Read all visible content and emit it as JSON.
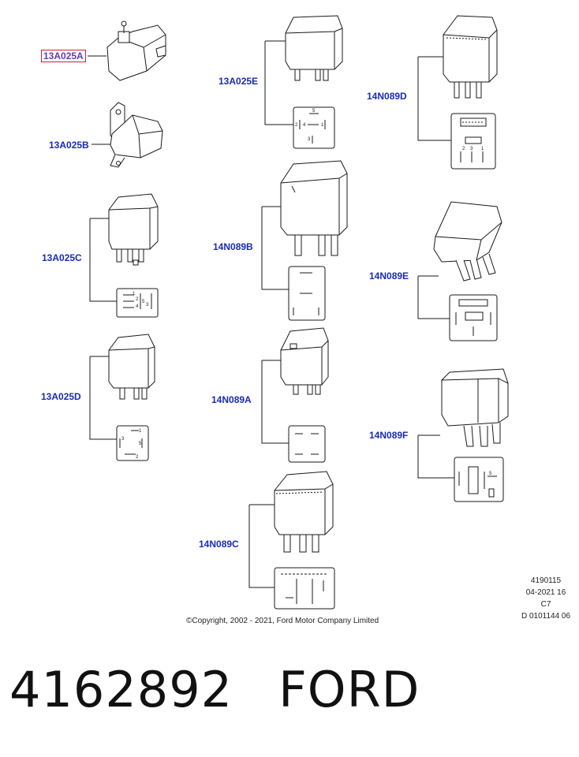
{
  "callouts": [
    {
      "id": "13A025A",
      "label": "13A025A",
      "selected": true
    },
    {
      "id": "13A025B",
      "label": "13A025B"
    },
    {
      "id": "13A025C",
      "label": "13A025C"
    },
    {
      "id": "13A025D",
      "label": "13A025D"
    },
    {
      "id": "13A025E",
      "label": "13A025E"
    },
    {
      "id": "14N089B",
      "label": "14N089B"
    },
    {
      "id": "14N089A",
      "label": "14N089A"
    },
    {
      "id": "14N089C",
      "label": "14N089C"
    },
    {
      "id": "14N089D",
      "label": "14N089D"
    },
    {
      "id": "14N089E",
      "label": "14N089E"
    },
    {
      "id": "14N089F",
      "label": "14N089F"
    }
  ],
  "pin_numbers": {
    "e": [
      "5",
      "2",
      "4",
      "1",
      "3"
    ],
    "c": [
      "1",
      "2",
      "4",
      "5",
      "3"
    ],
    "d": [
      "1",
      "3",
      "5",
      "2"
    ],
    "dd": [
      "2",
      "3",
      "1",
      "5"
    ]
  },
  "meta": {
    "illustration_no": "4190115",
    "date_code": "04-2021 16",
    "section": "C7",
    "doc_no": "D 0101144 06"
  },
  "copyright": "©Copyright, 2002 - 2021, Ford Motor Company Limited",
  "caption": {
    "part_number": "4162892",
    "brand": "FORD"
  },
  "colors": {
    "callout": "#1a2bb5",
    "selected_border": "#d21f26",
    "line": "#1a1a1a"
  }
}
